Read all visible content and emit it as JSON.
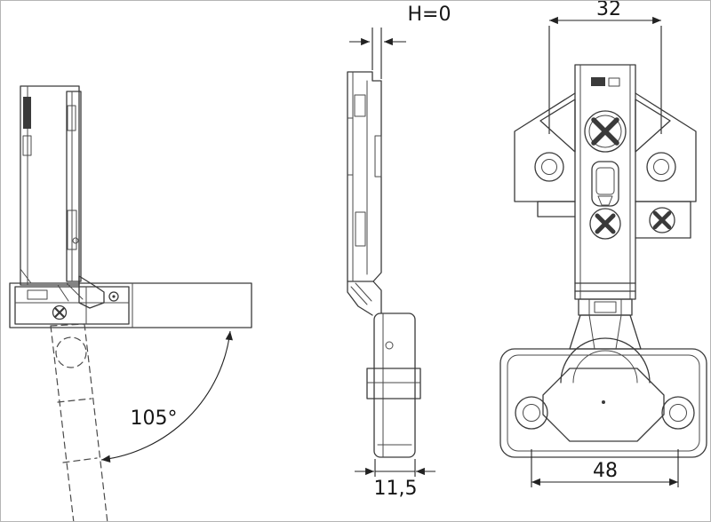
{
  "drawing": {
    "views": {
      "open_position": {
        "angle_label": "105°"
      },
      "side": {
        "h_label": "H=0",
        "cup_distance_label": "11,5"
      },
      "front": {
        "top_spacing_label": "32",
        "bottom_spacing_label": "48"
      }
    }
  }
}
